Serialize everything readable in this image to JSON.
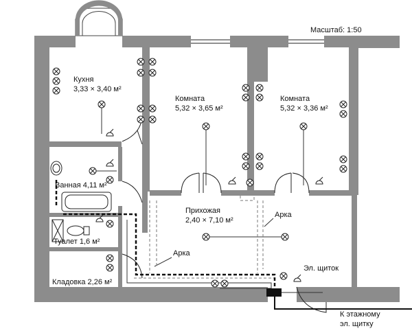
{
  "plan": {
    "scale": "Масштаб: 1:50",
    "rooms": {
      "kitchen": {
        "name": "Кухня",
        "size": "3,33 × 3,40 м²"
      },
      "room1": {
        "name": "Комната",
        "size": "5,32 × 3,65 м²"
      },
      "room2": {
        "name": "Комната",
        "size": "5,32 × 3,36 м²"
      },
      "bathroom": {
        "label": "Ванная 4,11 м²"
      },
      "toilet": {
        "label": "Туалет 1,6 м²"
      },
      "pantry": {
        "label": "Кладовка 2,26 м²"
      },
      "hall": {
        "name": "Прихожая",
        "size": "2,40 × 7,10 м²"
      }
    },
    "annotations": {
      "arch_left": "Арка",
      "arch_right": "Арка",
      "panel": "Эл. щиток",
      "feed_line1": "К этажному",
      "feed_line2": "эл. щитку"
    },
    "colors": {
      "wall": "#8c8c8c",
      "line": "#222222"
    }
  }
}
